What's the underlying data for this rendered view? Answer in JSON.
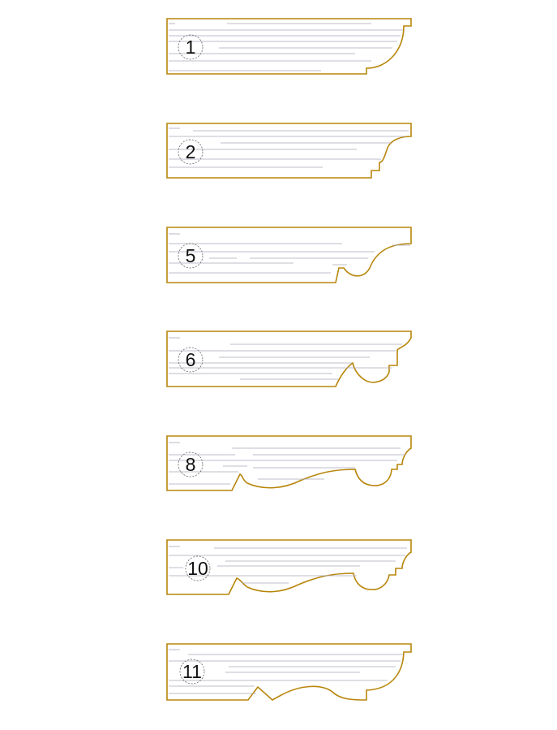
{
  "colors": {
    "outline": "#b8860b",
    "grain": "#a8a8b8",
    "badge_text": "#111111"
  },
  "profiles": [
    {
      "id": "1",
      "label": "1"
    },
    {
      "id": "2",
      "label": "2"
    },
    {
      "id": "5",
      "label": "5"
    },
    {
      "id": "6",
      "label": "6"
    },
    {
      "id": "8",
      "label": "8"
    },
    {
      "id": "10",
      "label": "10"
    },
    {
      "id": "11",
      "label": "11"
    }
  ]
}
